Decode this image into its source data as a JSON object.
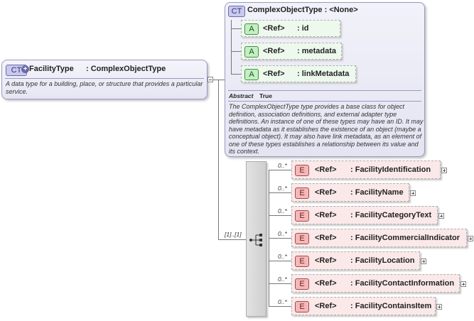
{
  "facility_type": {
    "badge": "CT",
    "name": "FacilityType",
    "base": ": ComplexObjectType",
    "description": "A data type for a building, place, or structure that provides a particular service."
  },
  "complex_object_type": {
    "badge": "CT",
    "title": "ComplexObjectType : <None>",
    "attributes": [
      {
        "badge": "A",
        "ref": "<Ref>",
        "name": ": id"
      },
      {
        "badge": "A",
        "ref": "<Ref>",
        "name": ": metadata"
      },
      {
        "badge": "A",
        "ref": "<Ref>",
        "name": ": linkMetadata"
      }
    ],
    "abstract_label": "Abstract",
    "abstract_value": "True",
    "description": "The ComplexObjectType type provides a base class for object definition, association definitions, and external adapter type definitions. An instance of one of these types may have an ID. It may have metadata as it establishes the existence of an object (maybe a conceptual object). It may also have link metadata, as an element of one of these types establishes a relationship between its value and its context."
  },
  "sequence": {
    "multiplicity": "[1]..[1]",
    "elements": [
      {
        "multiplicity": "0..*",
        "badge": "E",
        "ref": "<Ref>",
        "name": ": FacilityIdentification"
      },
      {
        "multiplicity": "0..*",
        "badge": "E",
        "ref": "<Ref>",
        "name": ": FacilityName"
      },
      {
        "multiplicity": "0..*",
        "badge": "E",
        "ref": "<Ref>",
        "name": ": FacilityCategoryText"
      },
      {
        "multiplicity": "0..*",
        "badge": "E",
        "ref": "<Ref>",
        "name": ": FacilityCommercialIndicator"
      },
      {
        "multiplicity": "0..*",
        "badge": "E",
        "ref": "<Ref>",
        "name": ": FacilityLocation"
      },
      {
        "multiplicity": "0..*",
        "badge": "E",
        "ref": "<Ref>",
        "name": ": FacilityContactInformation"
      },
      {
        "multiplicity": "0..*",
        "badge": "E",
        "ref": "<Ref>",
        "name": ": FacilityContainsItem"
      }
    ]
  }
}
